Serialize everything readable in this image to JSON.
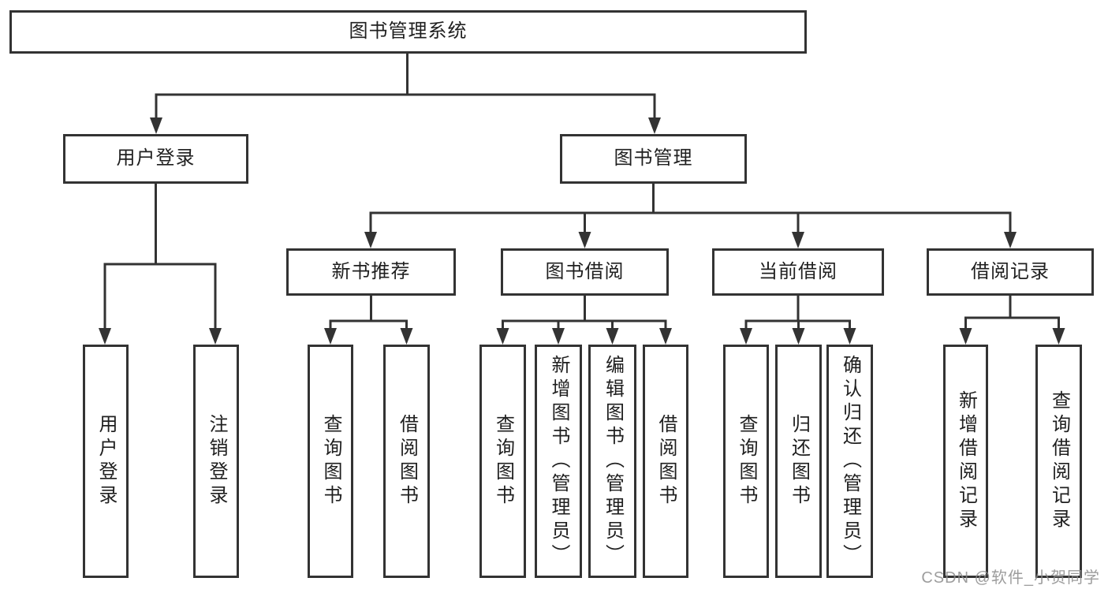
{
  "tree": {
    "root": "图书管理系统",
    "branches": [
      {
        "label": "用户登录",
        "children": [
          {
            "label": "用户登录"
          },
          {
            "label": "注销登录"
          }
        ]
      },
      {
        "label": "图书管理",
        "children": [
          {
            "label": "新书推荐",
            "children": [
              {
                "label": "查询图书"
              },
              {
                "label": "借阅图书"
              }
            ]
          },
          {
            "label": "图书借阅",
            "children": [
              {
                "label": "查询图书"
              },
              {
                "label": "新增图书（管理员）"
              },
              {
                "label": "编辑图书（管理员）"
              },
              {
                "label": "借阅图书"
              }
            ]
          },
          {
            "label": "当前借阅",
            "children": [
              {
                "label": "查询图书"
              },
              {
                "label": "归还图书"
              },
              {
                "label": "确认归还（管理员）"
              }
            ]
          },
          {
            "label": "借阅记录",
            "children": [
              {
                "label": "新增借阅记录"
              },
              {
                "label": "查询借阅记录"
              }
            ]
          }
        ]
      }
    ]
  },
  "watermark": "CSDN @软件_小贺同学",
  "colors": {
    "line": "#333333",
    "box_border": "#333333",
    "box_fill": "#ffffff",
    "text": "#1f1f1f",
    "watermark": "#8c8c8c",
    "background": "#ffffff"
  }
}
